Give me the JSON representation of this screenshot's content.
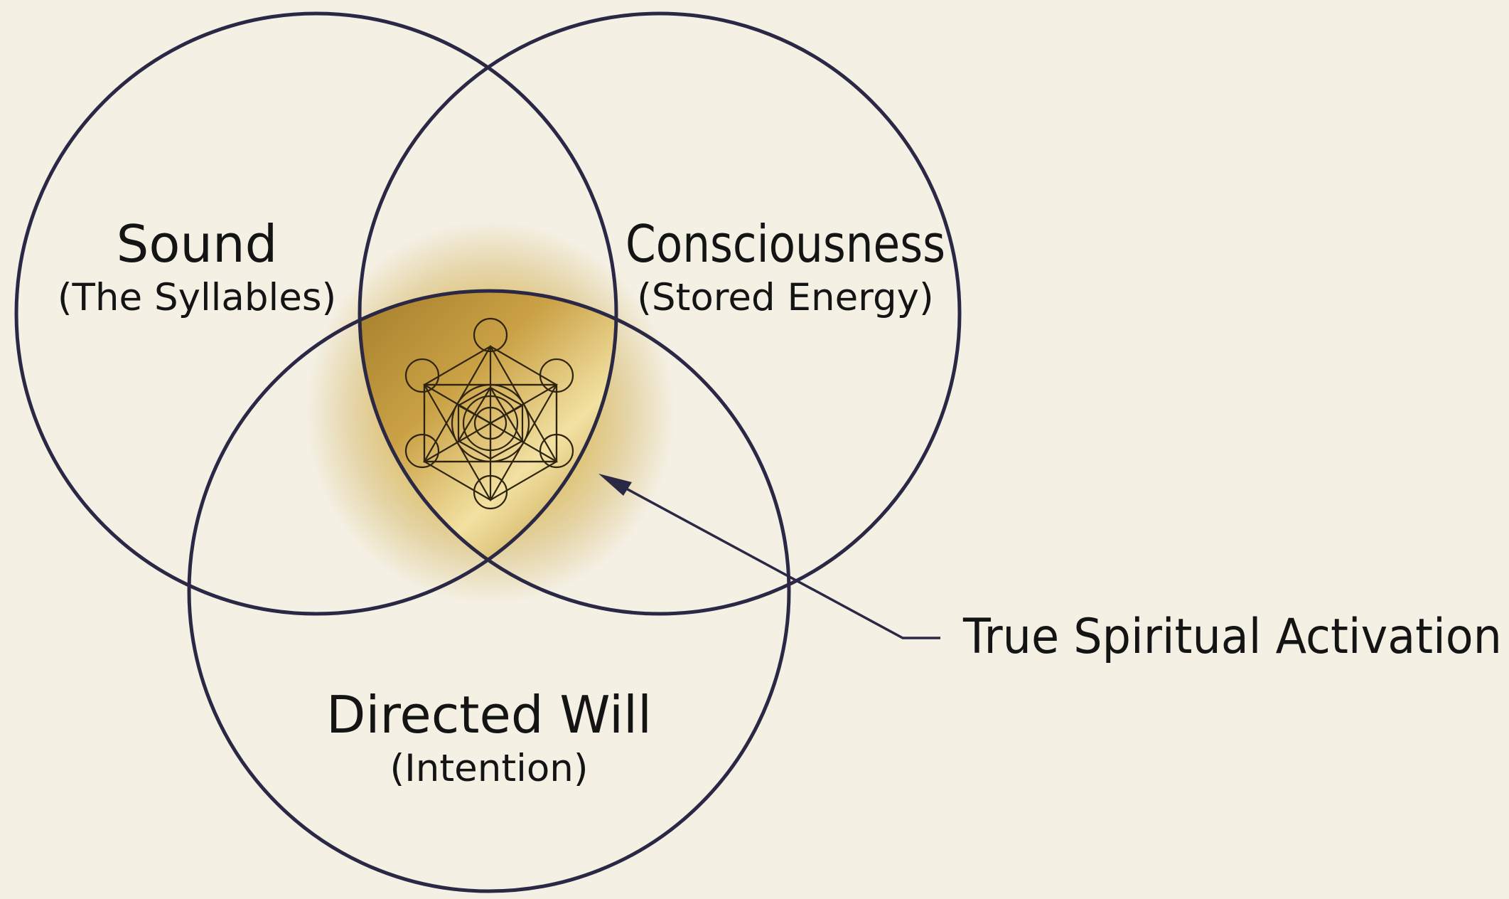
{
  "diagram": {
    "colors": {
      "background": "#f4f0e4",
      "circle_stroke": "#2a2845",
      "text": "#141414",
      "glow_center": "#f0d46a",
      "glow_mid": "#b8901f",
      "geometry_stroke": "#3a2e10"
    },
    "circles": {
      "sound": {
        "title": "Sound",
        "subtitle": "(The Syllables)"
      },
      "consciousness": {
        "title": "Consciousness",
        "subtitle": "(Stored Energy)"
      },
      "will": {
        "title": "Directed Will",
        "subtitle": "(Intention)"
      }
    },
    "center_icon": "metatrons-cube-icon",
    "callout": {
      "label": "True Spiritual Activation"
    }
  }
}
